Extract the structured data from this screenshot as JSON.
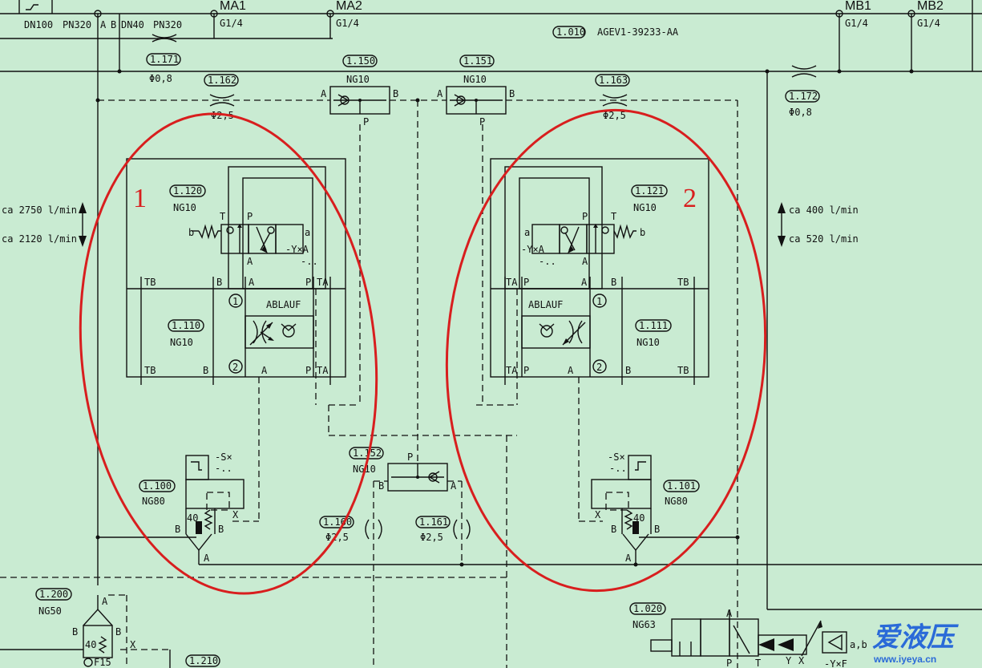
{
  "header": {
    "port_dn100": "DN100",
    "port_pn320": "PN320",
    "port_a": "A",
    "port_b": "B",
    "port_dn40": "DN40",
    "port_pn320_2": "PN320",
    "ma1": "MA1",
    "ma2": "MA2",
    "mb1": "MB1",
    "mb2": "MB2",
    "g14": "G1/4",
    "drawing_ref": "1.010",
    "drawing_code": "AGEV1-39233-AA"
  },
  "components": {
    "c1171": {
      "id": "1.171",
      "spec": "Φ0,8"
    },
    "c1162": {
      "id": "1.162",
      "spec": "Φ2,5"
    },
    "c1150": {
      "id": "1.150",
      "size": "NG10"
    },
    "c1151": {
      "id": "1.151",
      "size": "NG10"
    },
    "c1163": {
      "id": "1.163",
      "spec": "Φ2,5"
    },
    "c1172": {
      "id": "1.172",
      "spec": "Φ0,8"
    },
    "c1120": {
      "id": "1.120",
      "size": "NG10"
    },
    "c1121": {
      "id": "1.121",
      "size": "NG10"
    },
    "c1110": {
      "id": "1.110",
      "size": "NG10"
    },
    "c1111": {
      "id": "1.111",
      "size": "NG10"
    },
    "c1152": {
      "id": "1.152",
      "size": "NG10"
    },
    "c1100": {
      "id": "1.100",
      "size": "NG80"
    },
    "c1101": {
      "id": "1.101",
      "size": "NG80"
    },
    "c1160": {
      "id": "1.160",
      "spec": "Φ2,5"
    },
    "c1161": {
      "id": "1.161",
      "spec": "Φ2,5"
    },
    "c1200": {
      "id": "1.200",
      "size": "NG50"
    },
    "c1210": {
      "id": "1.210"
    },
    "c1020": {
      "id": "1.020",
      "size": "NG63"
    }
  },
  "flows": {
    "left_up": "ca 2750 l/min",
    "left_down": "ca 2120 l/min",
    "right_up": "ca 400 l/min",
    "right_down": "ca 520 l/min"
  },
  "symbols": {
    "ablauf": "ABLAUF",
    "yxa": "-Y×A",
    "dots": "-..",
    "sx": "-S×",
    "yxf": "-Y×F",
    "ab": "a,b",
    "spring40": "40",
    "f15": "F15"
  },
  "markers": {
    "left": "1",
    "right": "2"
  },
  "watermark": {
    "cn": "爱液压",
    "url": "www.iyeya.cn"
  }
}
